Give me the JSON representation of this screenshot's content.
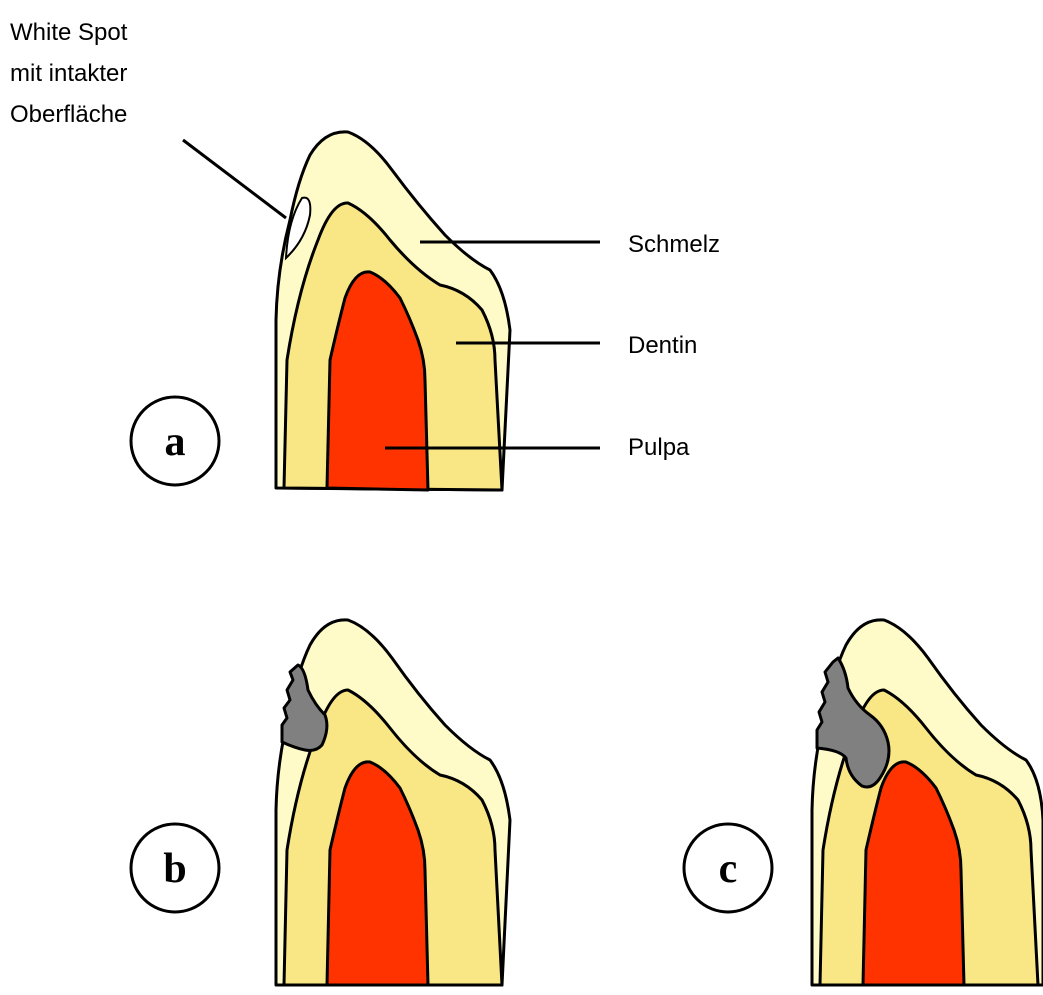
{
  "labels": {
    "white_spot": [
      "White Spot",
      "mit intakter",
      "Oberfläche"
    ],
    "schmelz": "Schmelz",
    "dentin": "Dentin",
    "pulpa": "Pulpa"
  },
  "panels": [
    "a",
    "b",
    "c"
  ],
  "colors": {
    "enamel": "#fffbc8",
    "dentin": "#f9e785",
    "pulpa": "#ff3300",
    "caries": "#808080"
  }
}
